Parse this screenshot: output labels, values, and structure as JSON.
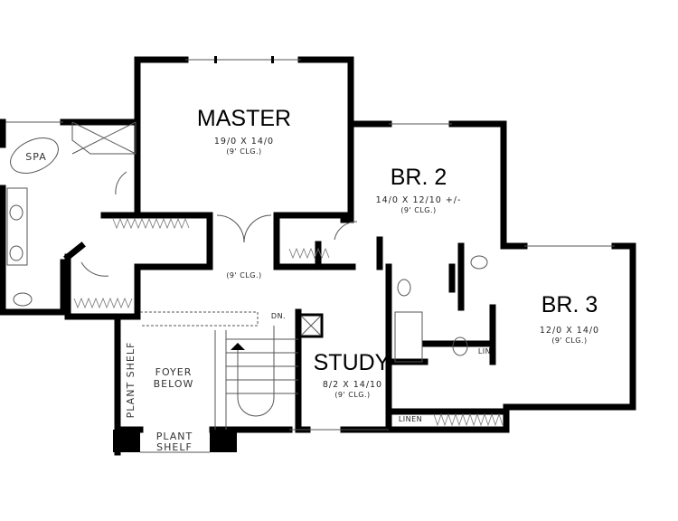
{
  "rooms": {
    "master": {
      "name": "MASTER",
      "size": "19/0 X 14/0",
      "ceiling": "(9' CLG.)"
    },
    "br2": {
      "name": "BR. 2",
      "size": "14/0 X 12/10 +/-",
      "ceiling": "(9' CLG.)"
    },
    "br3": {
      "name": "BR. 3",
      "size": "12/0 X 14/0",
      "ceiling": "(9' CLG.)"
    },
    "study": {
      "name": "STUDY",
      "size": "8/2 X 14/10",
      "ceiling": "(9' CLG.)"
    },
    "hall": {
      "ceiling": "(9' CLG.)"
    },
    "foyer": {
      "line1": "FOYER",
      "line2": "BELOW"
    }
  },
  "labels": {
    "spa": "SPA",
    "dn": "DN.",
    "plant_shelf_side": "PLANT SHELF",
    "plant_shelf_bottom_1": "PLANT",
    "plant_shelf_bottom_2": "SHELF",
    "linen": "LINEN",
    "lin": "LIN"
  }
}
